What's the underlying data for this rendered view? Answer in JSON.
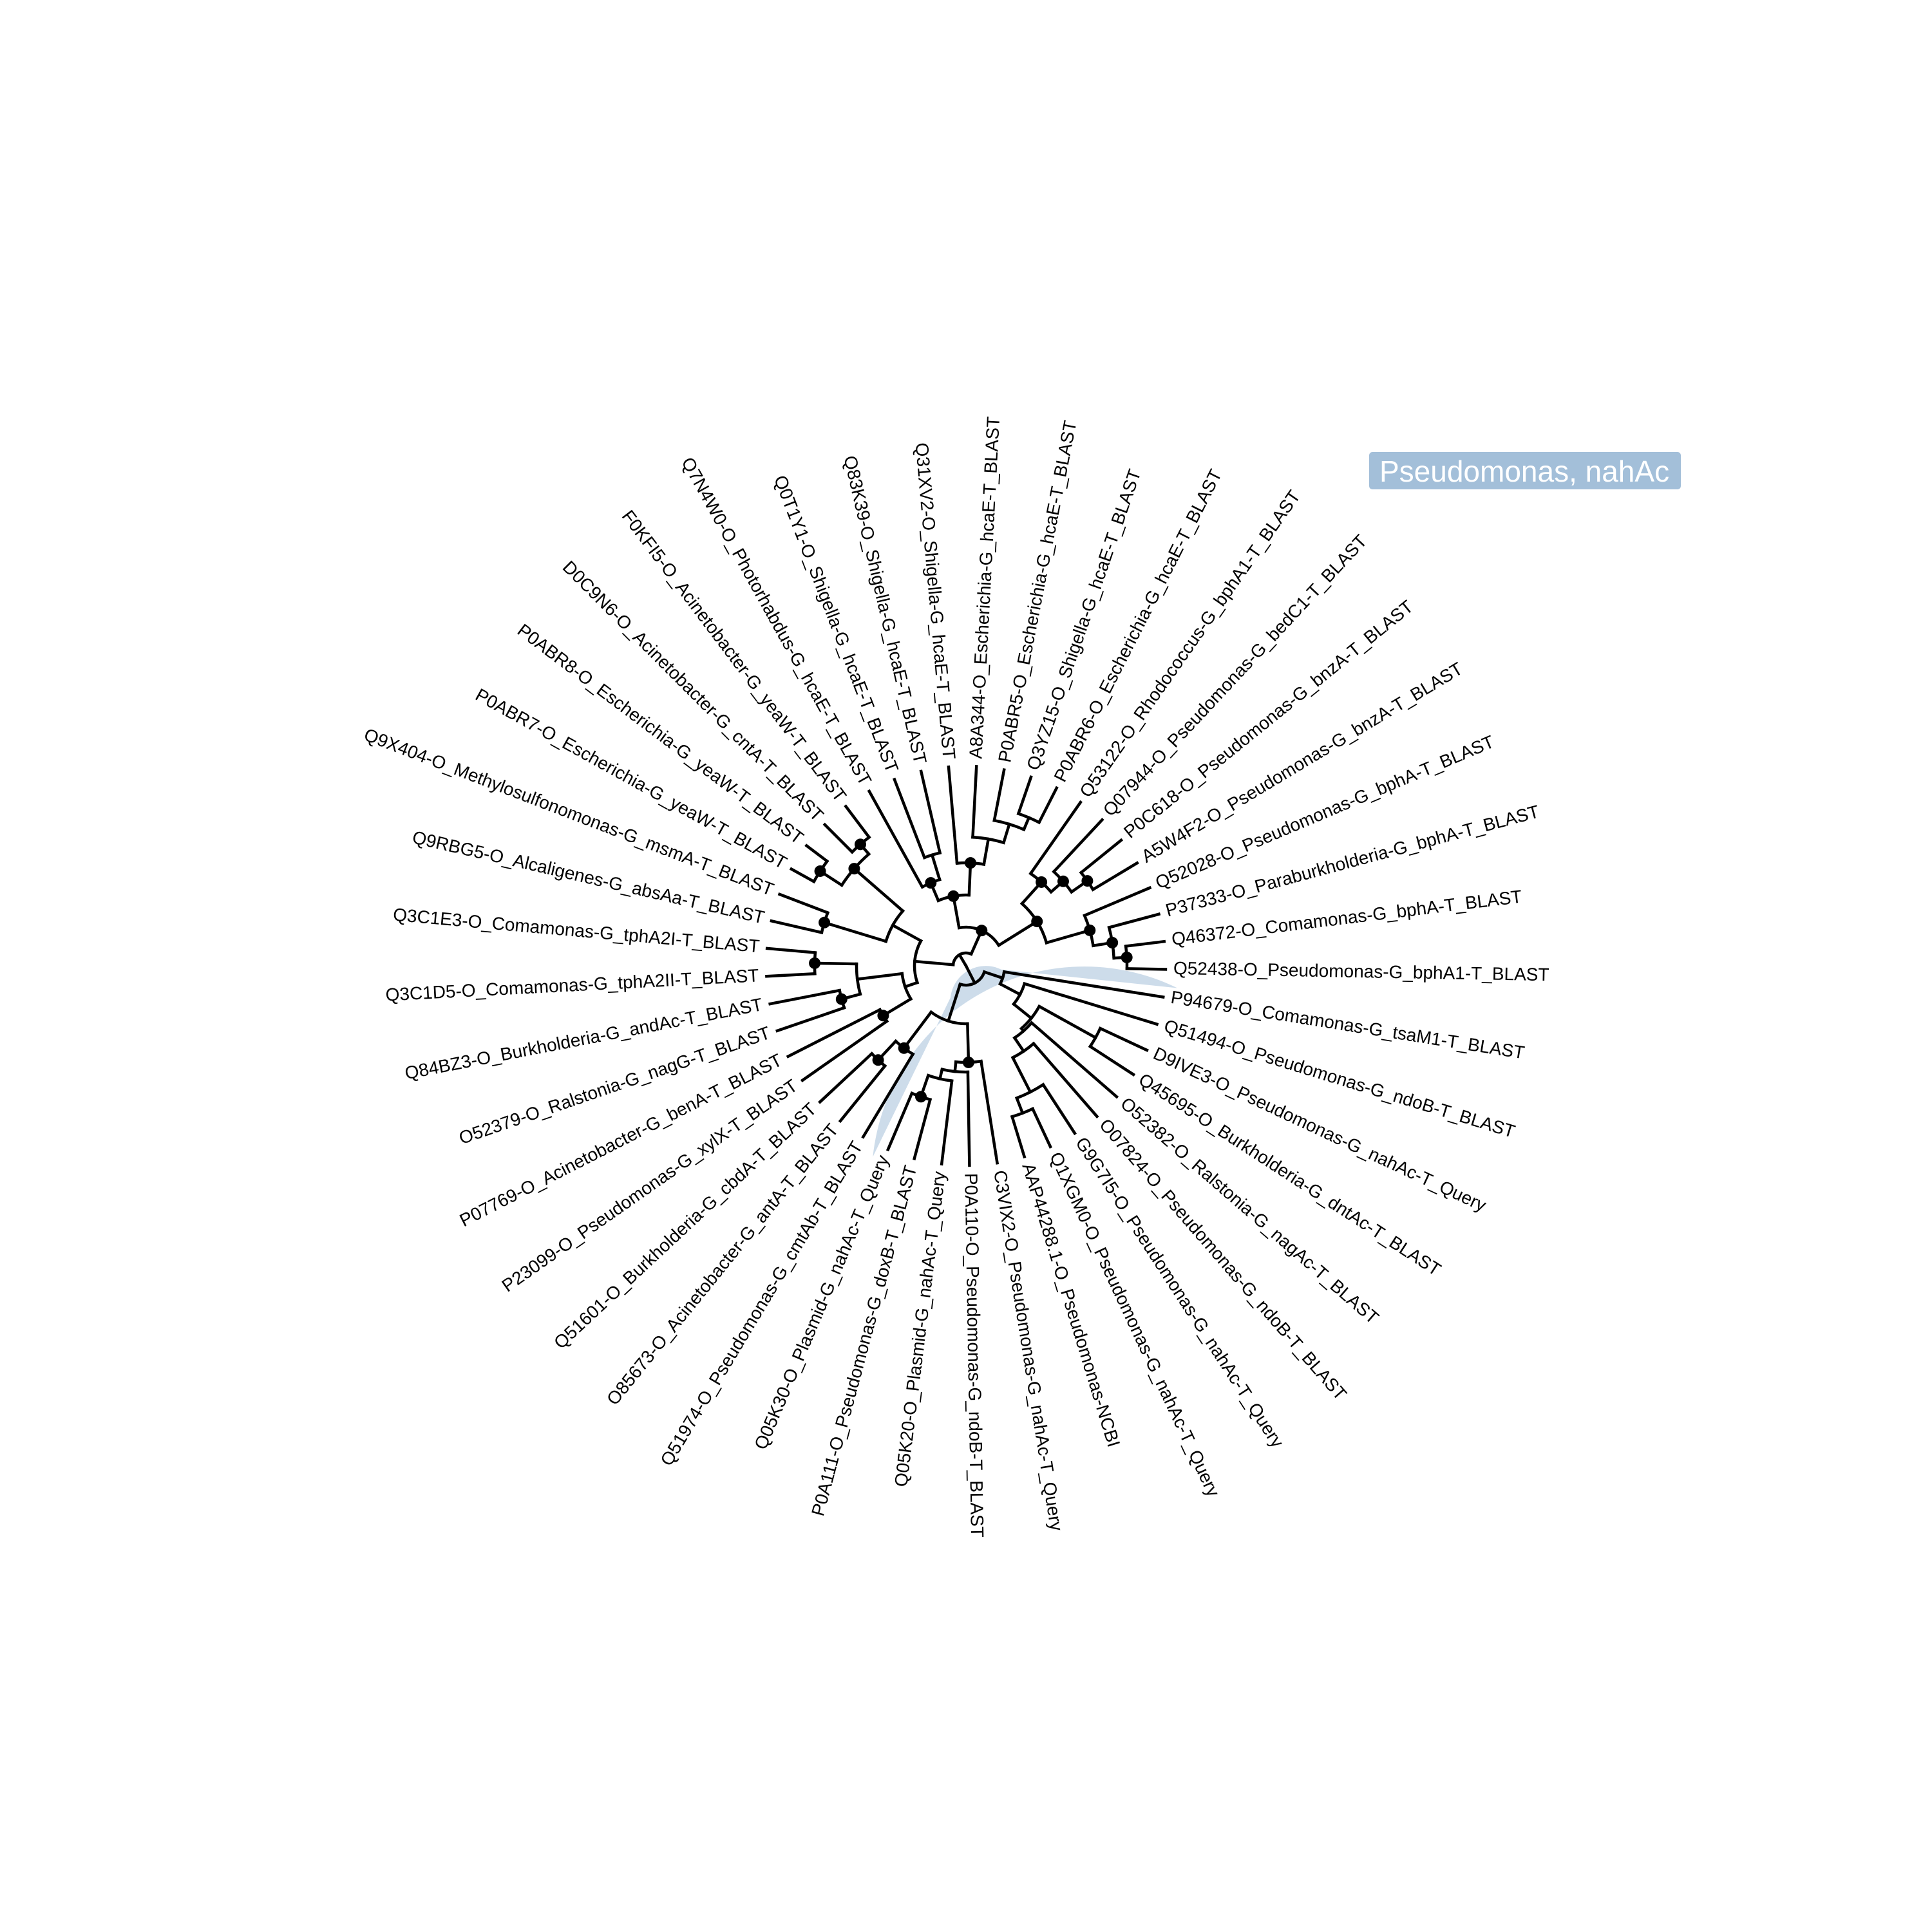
{
  "clade_label": "Pseudomonas, nahAc",
  "colors": {
    "highlight": "#cddcea",
    "label_box": "#a3bfd9",
    "branch": "#000000"
  },
  "tips": [
    "P94679-O_Comamonas-G_tsaM1-T_BLAST",
    "Q51494-O_Pseudomonas-G_ndoB-T_BLAST",
    "D9IVE3-O_Pseudomonas-G_nahAc-T_Query",
    "Q45695-O_Burkholderia-G_dntAc-T_BLAST",
    "O52382-O_Ralstonia-G_nagAc-T_BLAST",
    "O07824-O_Pseudomonas-G_ndoB-T_BLAST",
    "G9G7I5-O_Pseudomonas-G_nahAc-T_Query",
    "Q1XGM0-O_Pseudomonas-G_nahAc-T_Query",
    "AAP44288.1-O_Pseudomonas-NCBI",
    "C3VIX2-O_Pseudomonas-G_nahAc-T_Query",
    "P0A110-O_Pseudomonas-G_ndoB-T_BLAST",
    "Q05K20-O_Plasmid-G_nahAc-T_Query",
    "P0A111-O_Pseudomonas-G_doxB-T_BLAST",
    "Q05K30-O_Plasmid-G_nahAc-T_Query",
    "Q51974-O_Pseudomonas-G_cmtAb-T_BLAST",
    "O85673-O_Acinetobacter-G_antA-T_BLAST",
    "Q51601-O_Burkholderia-G_cbdA-T_BLAST",
    "P23099-O_Pseudomonas-G_xylX-T_BLAST",
    "P07769-O_Acinetobacter-G_benA-T_BLAST",
    "O52379-O_Ralstonia-G_nagG-T_BLAST",
    "Q84BZ3-O_Burkholderia-G_andAc-T_BLAST",
    "Q3C1D5-O_Comamonas-G_tphA2II-T_BLAST",
    "Q3C1E3-O_Comamonas-G_tphA2I-T_BLAST",
    "Q9RBG5-O_Alcaligenes-G_absAa-T_BLAST",
    "Q9X404-O_Methylosulfonomonas-G_msmA-T_BLAST",
    "P0ABR7-O_Escherichia-G_yeaW-T_BLAST",
    "P0ABR8-O_Escherichia-G_yeaW-T_BLAST",
    "D0C9N6-O_Acinetobacter-G_cntA-T_BLAST",
    "F0KFI5-O_Acinetobacter-G_yeaW-T_BLAST",
    "Q7N4W0-O_Photorhabdus-G_hcaE-T_BLAST",
    "Q0T1Y1-O_Shigella-G_hcaE-T_BLAST",
    "Q83K39-O_Shigella-G_hcaE-T_BLAST",
    "Q31XV2-O_Shigella-G_hcaE-T_BLAST",
    "A8A344-O_Escherichia-G_hcaE-T_BLAST",
    "P0ABR5-O_Escherichia-G_hcaE-T_BLAST",
    "Q3YZ15-O_Shigella-G_hcaE-T_BLAST",
    "P0ABR6-O_Escherichia-G_hcaE-T_BLAST",
    "Q53122-O_Rhodococcus-G_bphA1-T_BLAST",
    "Q07944-O_Pseudomonas-G_bedC1-T_BLAST",
    "P0C618-O_Pseudomonas-G_bnzA-T_BLAST",
    "A5W4F2-O_Pseudomonas-G_bnzA-T_BLAST",
    "Q52028-O_Pseudomonas-G_bphA-T_BLAST",
    "P37333-O_Paraburkholderia-G_bphA-T_BLAST",
    "Q46372-O_Comamonas-G_bphA-T_BLAST",
    "Q52438-O_Pseudomonas-G_bphA1-T_BLAST"
  ]
}
